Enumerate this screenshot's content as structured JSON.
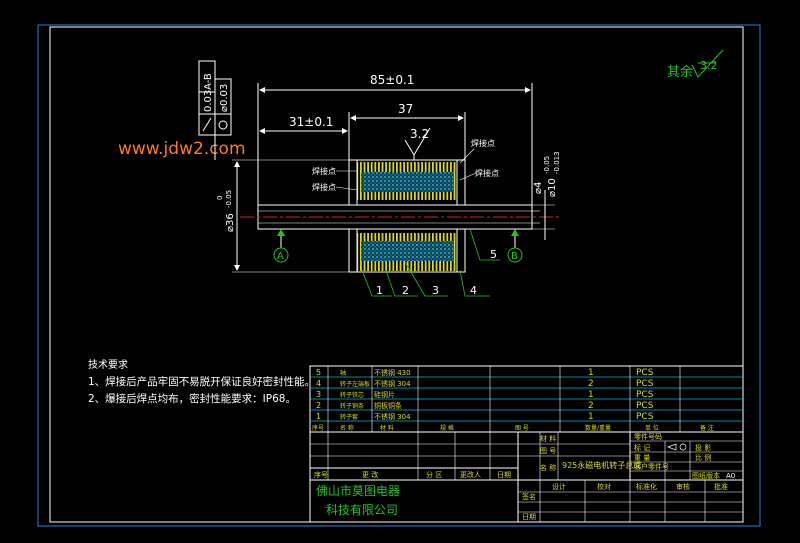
{
  "watermark": "www.jdw2.com",
  "colors": {
    "background": "#000000",
    "frame": "#2e7fd8",
    "border": "#ffffff",
    "dimension": "#ffffff",
    "table_line": "#ffffff",
    "title_text": "#d8d820",
    "cyan_line": "#00b8d8",
    "company_text": "#22c422",
    "watermark": "#ff7a1a",
    "hatch": "#d8d820",
    "knurl": "#20a8c8",
    "center_line": "#d82020",
    "balloon": "#22c422"
  },
  "dimensions": {
    "overall_length": "85±0.1",
    "length_37": "37",
    "length_31": "31±0.1",
    "roughness_main": "3.2",
    "roughness_rest_label": "其余",
    "roughness_rest_value": "3.2",
    "dia_outer_num": "⌀36",
    "dia_outer_tol_lower": "-0.05",
    "dia_outer_tol_upper": "0",
    "dia_4": "⌀4",
    "dia_10_num": "⌀10",
    "dia_10_tol_upper": "-0.05",
    "dia_10_tol_lower": "-0.013"
  },
  "tolerance_frame": {
    "row1_value": "0.03",
    "row1_datum": "A-B",
    "row2_value": "⌀0.03"
  },
  "datums": [
    "A",
    "B"
  ],
  "weld_labels": [
    "焊接点",
    "焊接点",
    "焊接点",
    "焊接点"
  ],
  "balloons": [
    "1",
    "2",
    "3",
    "4",
    "5"
  ],
  "tech_requirements": {
    "title": "技术要求",
    "line1": "1、焊接后产品牢固不易脱开保证良好密封性能。",
    "line2": "2、爆接后焊点均布，密封性能要求：IP68。"
  },
  "bom": {
    "rows": [
      {
        "no": "5",
        "name": "轴",
        "material": "不锈钢 430",
        "qty": "1",
        "unit": "PCS"
      },
      {
        "no": "4",
        "name": "转子左端板",
        "material": "不锈钢 304",
        "qty": "2",
        "unit": "PCS"
      },
      {
        "no": "3",
        "name": "转子铁芯",
        "material": "硅钢片",
        "qty": "1",
        "unit": "PCS"
      },
      {
        "no": "2",
        "name": "转子铜条",
        "material": "铜板铜条",
        "qty": "2",
        "unit": "PCS"
      },
      {
        "no": "1",
        "name": "转子套",
        "material": "不锈钢 304",
        "qty": "1",
        "unit": "PCS"
      }
    ],
    "header": {
      "no": "序号",
      "name": "名 称",
      "material": "材 料",
      "spec": "规 格",
      "drawing": "图 号",
      "qty": "数量/重量",
      "unit": "单 位",
      "remark": "备 注"
    }
  },
  "title_block": {
    "material_label": "材 料",
    "drawing_no_label": "图 号",
    "name_label": "名 称",
    "name_value": "925永磁电机转子总成",
    "part_code": "零件号码",
    "mark": "标 记",
    "proj_label": "投 影",
    "weight": "重 量",
    "scale": "比 例",
    "customer_code": "客户零件号",
    "drawing_version": "图纸版本",
    "version_value": "A0",
    "row_no": "序号",
    "row_remark": "更 改",
    "row_zone": "分 区",
    "row_changer": "更改人",
    "row_date": "日期",
    "design": "设计",
    "check": "校对",
    "standard": "标准化",
    "audit": "审核",
    "approve": "批准",
    "sign": "签名",
    "date": "日期",
    "company_line1": "佛山市莫图电器",
    "company_line2": "科技有限公司"
  }
}
